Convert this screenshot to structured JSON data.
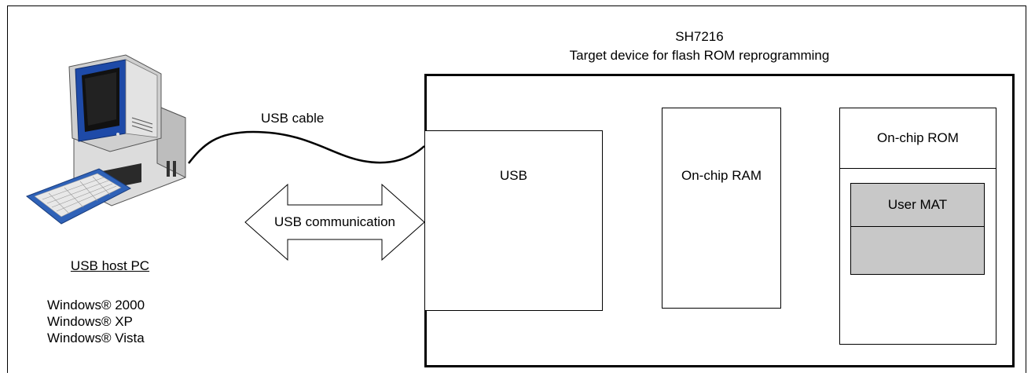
{
  "device": {
    "name": "SH7216",
    "description": "Target device for flash ROM reprogramming"
  },
  "blocks": {
    "usb": "USB",
    "ram": "On-chip RAM",
    "rom": "On-chip ROM",
    "user_mat": "User MAT"
  },
  "links": {
    "cable": "USB cable",
    "communication": "USB communication"
  },
  "host": {
    "label": "USB host PC",
    "os": [
      "Windows® 2000",
      "Windows® XP",
      "Windows® Vista"
    ]
  },
  "colors": {
    "mat_fill": "#c8c8c8",
    "pc_blue": "#2f62b8",
    "pc_body": "#dcdcdc"
  }
}
